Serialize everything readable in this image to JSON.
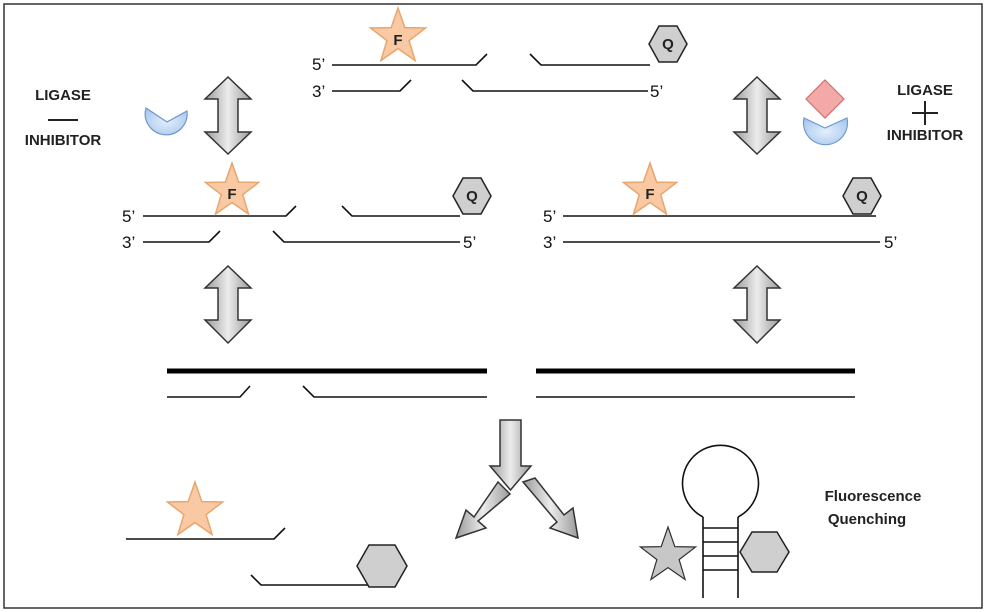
{
  "labels": {
    "ligase_minus_top": "LIGASE",
    "ligase_minus_sign": "—",
    "ligase_minus_bottom": "INHIBITOR",
    "ligase_plus_top": "LIGASE",
    "ligase_plus_sign": "+",
    "ligase_plus_bottom": "INHIBITOR",
    "fluorescence_line1": "Fluorescence",
    "fluorescence_line2": "Quenching"
  },
  "ends": {
    "five_prime": "5’",
    "three_prime": "3’"
  },
  "markers": {
    "fluorophore": "F",
    "quencher": "Q"
  },
  "colors": {
    "star_fill": "#f9c9a4",
    "enzyme_fill": "#c5dcf5",
    "inhibitor_fill": "#f4a9a9",
    "hexagon_fill": "#cfcfcf"
  }
}
